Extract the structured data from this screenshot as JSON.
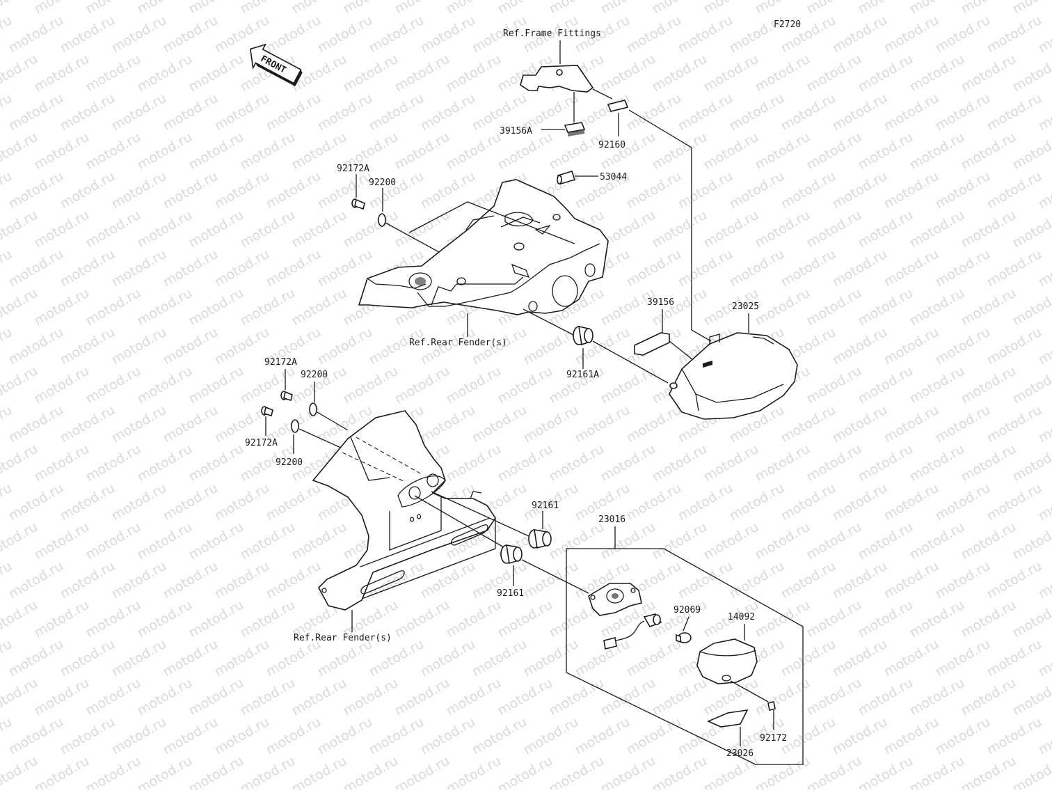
{
  "diagram_id": "F2720",
  "watermark_text": "motod.ru",
  "front_arrow_label": "FRONT",
  "labels": {
    "ref_frame_fittings": "Ref.Frame Fittings",
    "ref_rear_fender_upper": "Ref.Rear Fender(s)",
    "ref_rear_fender_lower": "Ref.Rear Fender(s)",
    "p39156A": "39156A",
    "p92160": "92160",
    "p53044": "53044",
    "p92172A_top": "92172A",
    "p92200_top": "92200",
    "p39156": "39156",
    "p23025": "23025",
    "p92161A": "92161A",
    "p92172A_mid1": "92172A",
    "p92200_mid1": "92200",
    "p92172A_mid2": "92172A",
    "p92200_mid2": "92200",
    "p92161_a": "92161",
    "p23016": "23016",
    "p92161_b": "92161",
    "p92069": "92069",
    "p14092": "14092",
    "p92172": "92172",
    "p23026": "23026"
  },
  "colors": {
    "line": "#1a1a1a",
    "watermark": "#d9d9d9",
    "background": "#ffffff"
  }
}
